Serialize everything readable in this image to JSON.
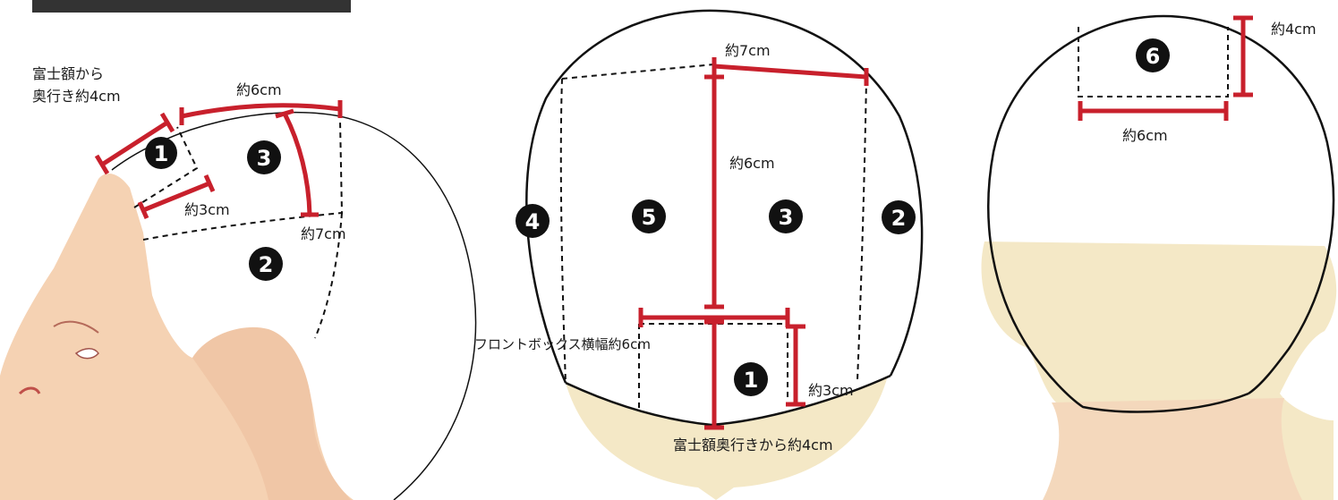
{
  "colors": {
    "accent_red": "#c8202c",
    "skin": "#f5d2b3",
    "neck": "#f4e8c6",
    "header_bar": "#333333"
  },
  "side_view": {
    "label_front": "富士額から\n奥行き約4cm",
    "label_front_line1": "富士額から",
    "label_front_line2": "奥行き約4cm",
    "label_top": "約6cm",
    "label_depth": "約3cm",
    "label_arc": "約7cm",
    "zones": [
      "1",
      "2",
      "3"
    ]
  },
  "top_view": {
    "label_width_top": "約7cm",
    "label_center": "約6cm",
    "label_front_box": "フロントボックス横幅約6cm",
    "label_side_depth": "約3cm",
    "label_bottom": "富士額奥行きから約4cm",
    "zones": [
      "4",
      "5",
      "3",
      "2",
      "1"
    ]
  },
  "back_view": {
    "label_height": "約4cm",
    "label_width": "約6cm",
    "zones": [
      "6"
    ]
  }
}
